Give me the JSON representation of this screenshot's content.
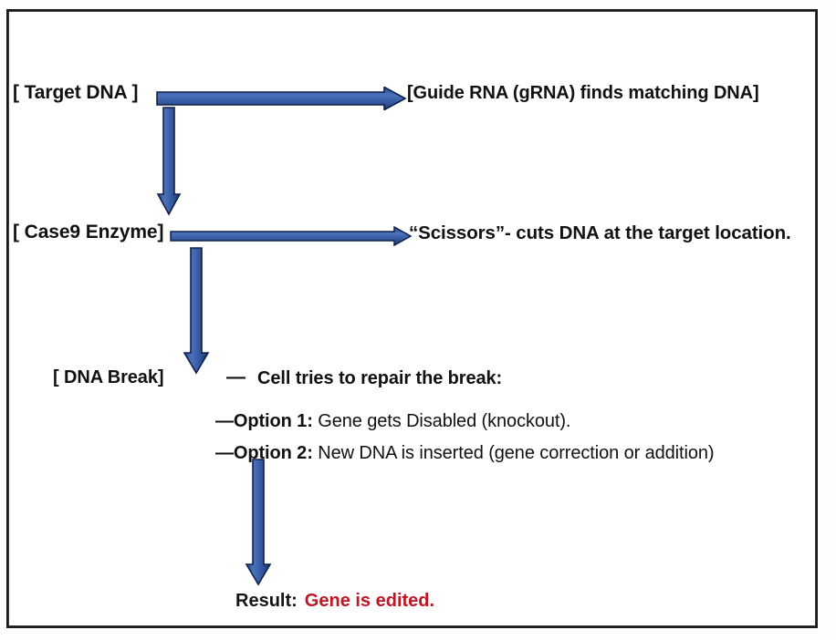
{
  "diagram": {
    "title": "CRISPR gene editing flow diagram",
    "colors": {
      "arrow_fill_light": "#4A6FB5",
      "arrow_fill_dark": "#1F3864",
      "arrow_outline": "#10204A",
      "text": "#111111",
      "result_accent": "#BE1622",
      "border": "#1a1a1a",
      "background": "#ffffff"
    },
    "nodes": [
      {
        "id": "target-dna",
        "label": "[ Target DNA ]"
      },
      {
        "id": "guide-rna",
        "label": "[Guide RNA (gRNA) finds matching DNA]"
      },
      {
        "id": "case9-enzyme",
        "label": "[ Case9 Enzyme]"
      },
      {
        "id": "scissors",
        "label": "“Scissors”- cuts DNA at the target location."
      },
      {
        "id": "dna-break",
        "label": "[ DNA Break]"
      },
      {
        "id": "repair",
        "label": "Cell tries to repair the break:"
      }
    ],
    "options": [
      {
        "id": "option-1",
        "dash": "—",
        "label": "Option 1:",
        "text": " Gene gets Disabled (knockout)."
      },
      {
        "id": "option-2",
        "dash": "—",
        "label": "Option 2:",
        "text": " New DNA is inserted (gene correction or addition)"
      }
    ],
    "dashes": {
      "repair_dash": "—"
    },
    "result": {
      "label": "Result:",
      "value": "Gene is edited."
    },
    "arrows": [
      {
        "id": "arrow-target-to-guide",
        "direction": "right"
      },
      {
        "id": "arrow-target-to-case9",
        "direction": "down"
      },
      {
        "id": "arrow-case9-to-scissors",
        "direction": "right"
      },
      {
        "id": "arrow-case9-to-break",
        "direction": "down"
      },
      {
        "id": "arrow-option2-to-result",
        "direction": "down"
      }
    ]
  }
}
